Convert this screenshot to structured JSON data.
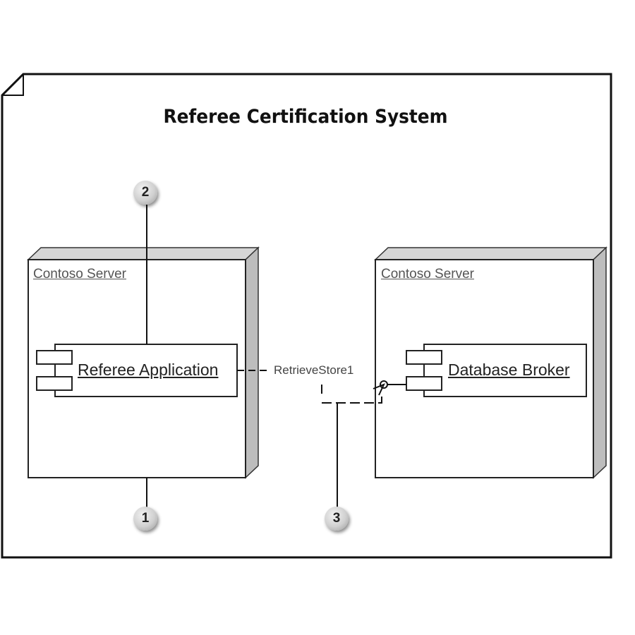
{
  "diagram": {
    "title": "Referee Certification System",
    "nodes": [
      {
        "label": "Contoso Server",
        "component": "Referee Application"
      },
      {
        "label": "Contoso Server",
        "component": "Database Broker"
      }
    ],
    "interface_label": "RetrieveStore1",
    "callouts": [
      "1",
      "2",
      "3"
    ],
    "colors": {
      "line": "#111111",
      "node_side": "#bdbdbd",
      "node_top": "#d6d6d6",
      "callout": "#c8c8c8"
    }
  }
}
